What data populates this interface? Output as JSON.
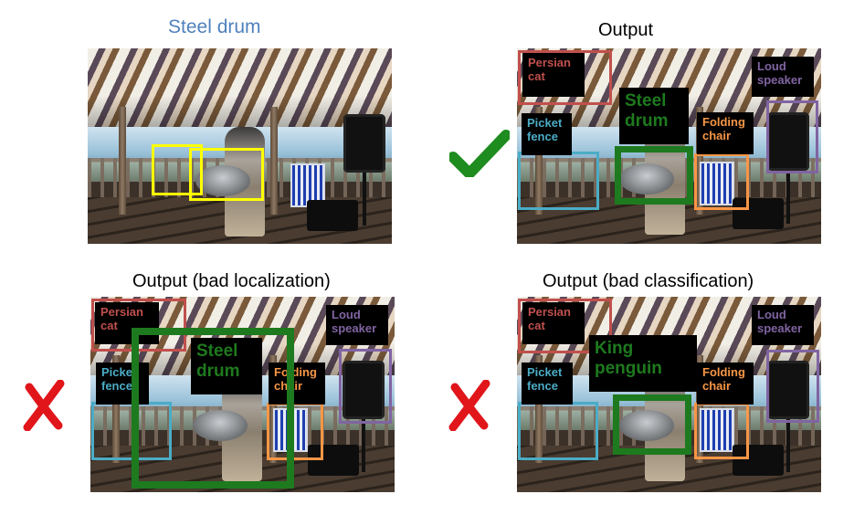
{
  "panels": {
    "top_left": {
      "title": "Steel drum"
    },
    "top_right": {
      "title": "Output"
    },
    "bottom_left": {
      "title": "Output (bad localization)"
    },
    "bottom_right": {
      "title": "Output (bad classification)"
    }
  },
  "labels": {
    "persian_cat": [
      "Persian",
      "cat"
    ],
    "loud_speaker": [
      "Loud",
      "speaker"
    ],
    "picket_fence": [
      "Picket",
      "fence"
    ],
    "folding_chair": [
      "Folding",
      "chair"
    ],
    "steel_drum": [
      "Steel",
      "drum"
    ],
    "king_penguin": [
      "King",
      "penguin"
    ]
  },
  "marks": {
    "correct": "check-mark-icon",
    "wrong": "cross-mark-icon"
  },
  "colors": {
    "persian_cat": "#c0504d",
    "loud_speaker": "#8064a2",
    "picket_fence": "#4bacc6",
    "folding_chair": "#f79646",
    "steel_drum": "#1e7a1e",
    "ground_truth": "#ffff00",
    "check": "#1e8c1e",
    "cross": "#e0161b",
    "title_blue": "#4f81bd"
  }
}
